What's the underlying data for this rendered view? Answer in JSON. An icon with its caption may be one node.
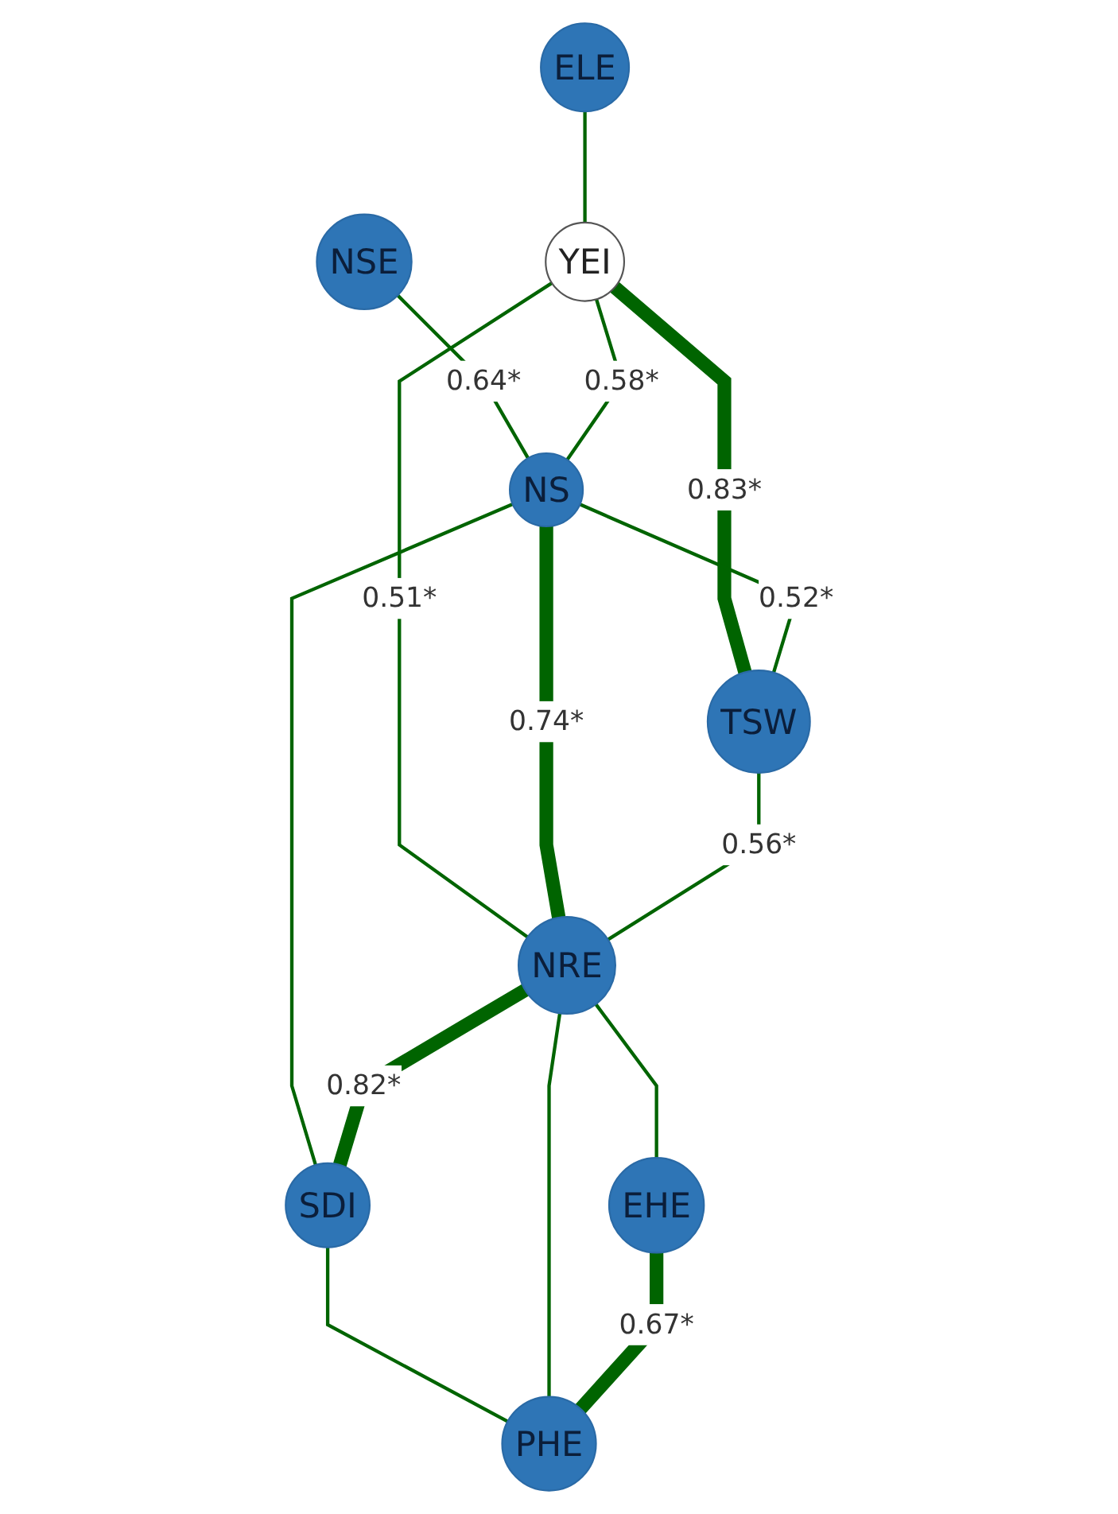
{
  "diagram": {
    "nodes": [
      {
        "text": [
          "NSE"
        ]
      },
      {
        "text": [
          "ELE"
        ]
      },
      {
        "text": [
          "YEI"
        ]
      },
      {
        "text": [
          "NS"
        ]
      },
      {
        "text": [
          "TSW"
        ]
      },
      {
        "text": [
          "NRE"
        ]
      },
      {
        "text": [
          "SDI"
        ]
      },
      {
        "text": [
          "PHE"
        ]
      },
      {
        "text": [
          "EHE"
        ]
      }
    ],
    "edges": [
      {
        "from": 0,
        "to": 3,
        "arrow": "none",
        "label": "0.64*"
      },
      {
        "from": 1,
        "to": 2,
        "arrow": "none"
      },
      {
        "from": 2,
        "to": 3,
        "arrow": "none",
        "label": "0.58*"
      },
      {
        "from": 2,
        "to": 4,
        "arrow": "none",
        "label": "0.83*",
        "style": "thick"
      },
      {
        "from": 3,
        "to": 4,
        "arrow": "none",
        "label": "0.52*"
      },
      {
        "from": 2,
        "to": 5,
        "arrow": "none",
        "label": "0.51*"
      },
      {
        "from": 3,
        "to": 5,
        "arrow": "none",
        "label": "0.74*",
        "style": "thick"
      },
      {
        "from": 3,
        "to": 6,
        "arrow": "none"
      },
      {
        "from": 5,
        "to": 6,
        "arrow": "none",
        "label": "0.82*",
        "style": "thick"
      },
      {
        "from": 4,
        "to": 5,
        "arrow": "none",
        "label": "0.56*"
      },
      {
        "from": 6,
        "to": 7,
        "arrow": "none"
      },
      {
        "from": 5,
        "to": 7,
        "arrow": "none"
      },
      {
        "from": 5,
        "to": 8,
        "arrow": "none"
      },
      {
        "from": 8,
        "to": 7,
        "arrow": "none",
        "label": "0.67*",
        "style": "thick"
      }
    ]
  }
}
